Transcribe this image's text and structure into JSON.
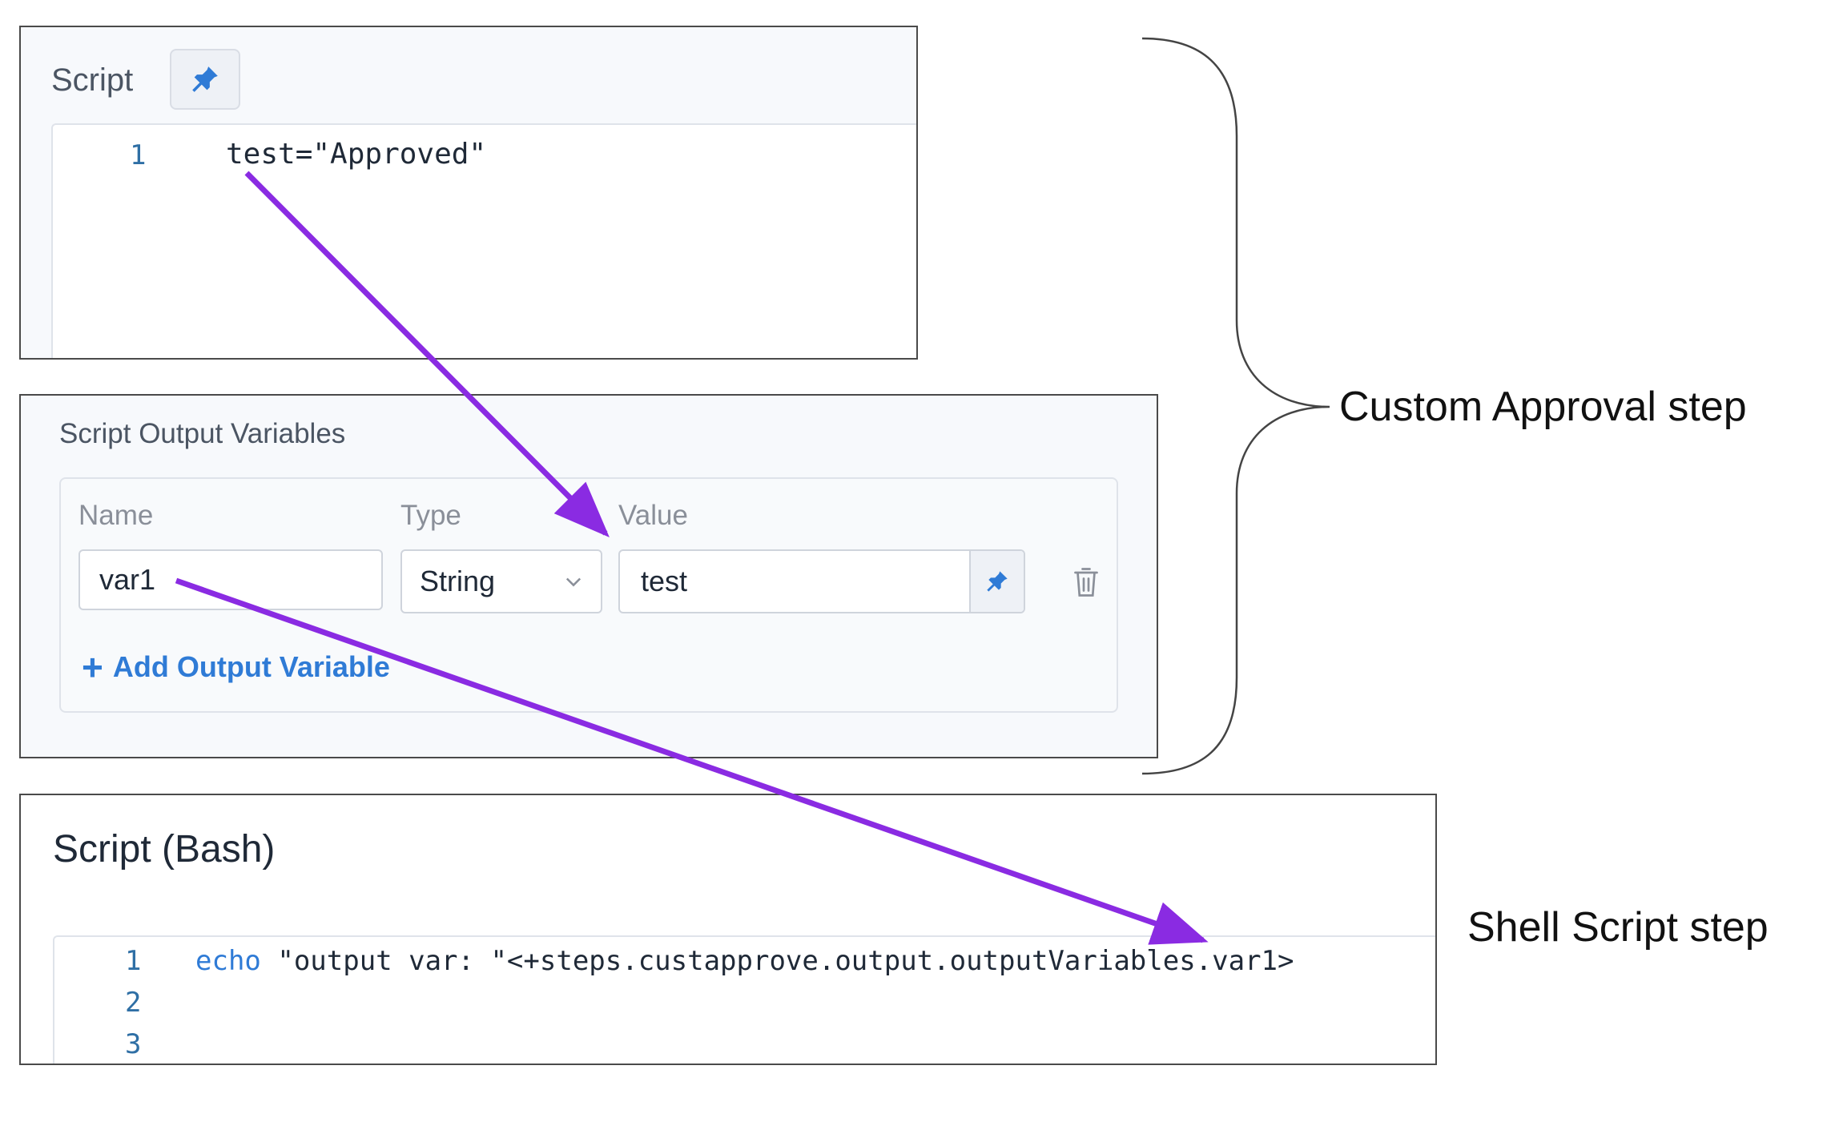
{
  "script_panel": {
    "label": "Script",
    "line_number": "1",
    "code": "test=\"Approved\""
  },
  "output_variables_panel": {
    "label": "Script Output Variables",
    "columns": {
      "name": "Name",
      "type": "Type",
      "value": "Value"
    },
    "row": {
      "name": "var1",
      "type": "String",
      "value": "test"
    },
    "add_label": "Add Output Variable"
  },
  "bash_panel": {
    "label": "Script (Bash)",
    "lines": [
      {
        "number": "1",
        "keyword": "echo",
        "rest": " \"output var: \"<+steps.custapprove.output.outputVariables.var1>"
      },
      {
        "number": "2",
        "keyword": "",
        "rest": ""
      },
      {
        "number": "3",
        "keyword": "",
        "rest": ""
      }
    ]
  },
  "annotations": {
    "custom_approval": "Custom Approval step",
    "shell_script": "Shell Script step"
  },
  "icons": {
    "pin": "pin-icon",
    "chevron": "chevron-down-icon",
    "trash": "trash-icon",
    "plus": "plus-icon"
  },
  "colors": {
    "accent_blue": "#2f7bd6",
    "arrow_purple": "#8a2be2",
    "panel_border": "#4a4a4a"
  }
}
